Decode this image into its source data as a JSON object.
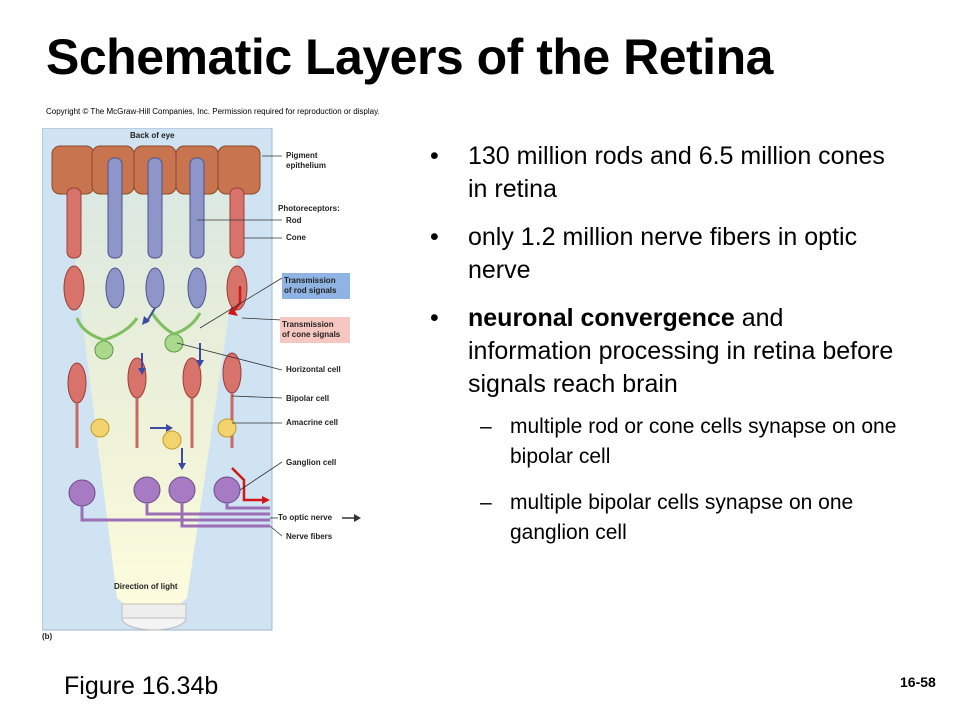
{
  "slide": {
    "title": "Schematic Layers of the Retina",
    "copyright": "Copyright © The McGraw-Hill Companies, Inc. Permission required for reproduction or display.",
    "figure_caption": "Figure 16.34b",
    "slide_number": "16-58"
  },
  "diagram": {
    "back_of_eye": "Back of eye",
    "pigment_epithelium": [
      "Pigment",
      "epithelium"
    ],
    "photoreceptors": "Photoreceptors:",
    "rod": "Rod",
    "cone": "Cone",
    "transmission_rod": [
      "Transmission",
      "of rod signals"
    ],
    "transmission_cone": [
      "Transmission",
      "of cone signals"
    ],
    "horizontal_cell": "Horizontal cell",
    "bipolar_cell": "Bipolar cell",
    "amacrine_cell": "Amacrine cell",
    "ganglion_cell": "Ganglion cell",
    "to_optic_nerve": "To optic nerve",
    "nerve_fibers": "Nerve fibers",
    "direction_of_light": "Direction of light",
    "panel_letter": "(b)",
    "colors": {
      "background": "#cfe3f3",
      "rod": "#8e95c8",
      "cone": "#d8736c",
      "pigment": "#c8744e",
      "ganglion": "#a77bc3",
      "amacrine": "#f2d36e",
      "horizontal": "#a9d98a",
      "rod_signal_box": "#8fb4e3",
      "cone_signal_box": "#f6c6c0",
      "arrow_rod": "#3e4aa0",
      "arrow_cone": "#d01818"
    }
  },
  "bullets": [
    {
      "text": "130 million rods and 6.5 million cones in retina"
    },
    {
      "text": "only 1.2 million nerve fibers in optic nerve"
    },
    {
      "bold": "neuronal convergence",
      "text": " and information processing in retina before signals reach brain"
    }
  ],
  "sub_bullets": [
    "multiple rod or cone cells synapse on one bipolar cell",
    "multiple bipolar cells synapse on one ganglion cell"
  ]
}
